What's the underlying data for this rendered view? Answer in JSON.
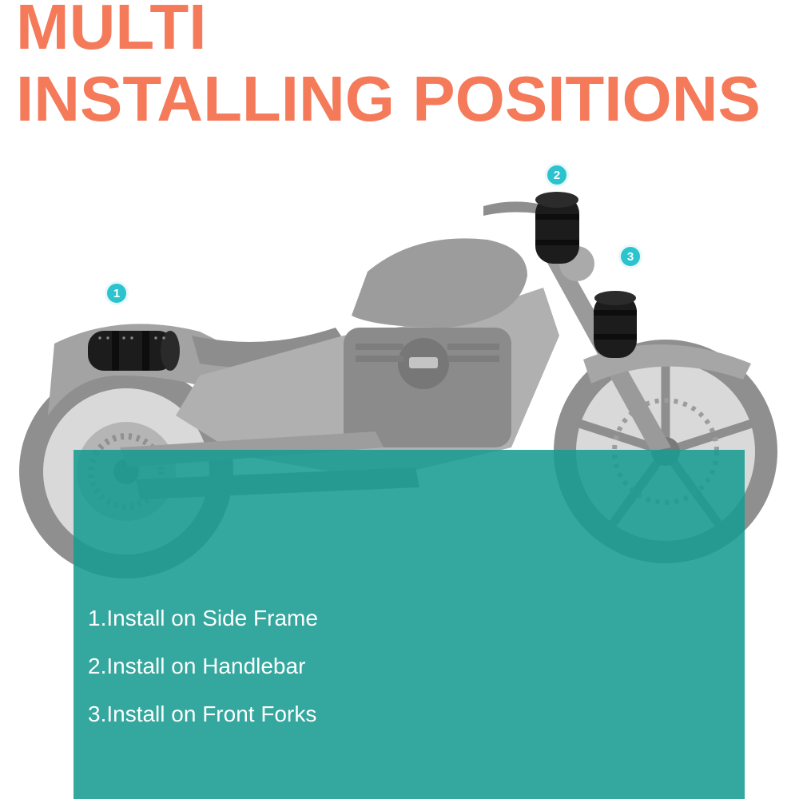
{
  "title": {
    "line1": "MULTI",
    "line2": "INSTALLING POSITIONS"
  },
  "markers": [
    "1",
    "2",
    "3"
  ],
  "steps": [
    "1.Install on Side Frame",
    "2.Install on Handlebar",
    "3.Install on Front Forks"
  ],
  "colors": {
    "title": "#f47a5a",
    "panel": "#189b92",
    "marker": "#2bc3cd",
    "motorcycle": "#9a9a9a",
    "bag": "#1c1c1c"
  },
  "icons": {
    "motorcycle": "motorcycle-illustration",
    "bag": "tool-roll-bag-icon"
  }
}
